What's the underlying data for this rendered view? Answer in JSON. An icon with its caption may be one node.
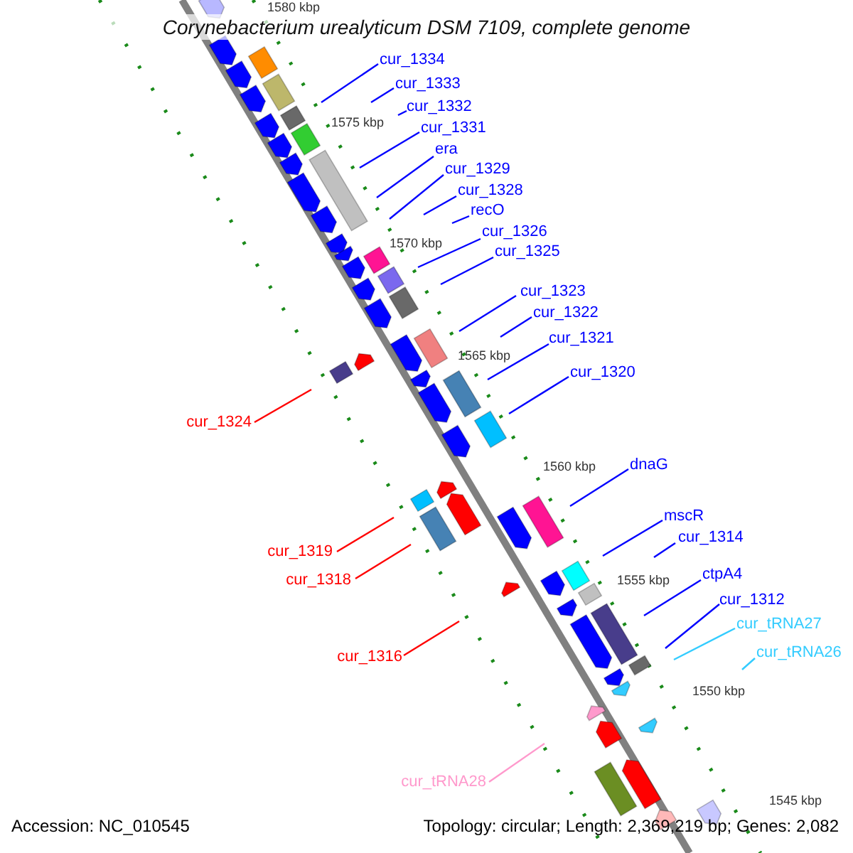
{
  "diagram": {
    "title": "Corynebacterium urealyticum DSM 7109, complete genome",
    "nodes": [
      {
        "text": [
          "cur_1334"
        ]
      },
      {
        "text": [
          "cur_1333"
        ]
      },
      {
        "text": [
          "cur_1332"
        ]
      },
      {
        "text": [
          "cur_1331"
        ]
      },
      {
        "text": [
          "era"
        ]
      },
      {
        "text": [
          "cur_1329"
        ]
      },
      {
        "text": [
          "cur_1328"
        ]
      },
      {
        "text": [
          "recO"
        ]
      },
      {
        "text": [
          "cur_1326"
        ]
      },
      {
        "text": [
          "cur_1325"
        ]
      },
      {
        "text": [
          "cur_1323"
        ]
      },
      {
        "text": [
          "cur_1322"
        ]
      },
      {
        "text": [
          "cur_1321"
        ]
      },
      {
        "text": [
          "cur_1324"
        ]
      },
      {
        "text": [
          "cur_1320"
        ]
      },
      {
        "text": [
          "dnaG"
        ]
      },
      {
        "text": [
          "mscR"
        ]
      },
      {
        "text": [
          "cur_1319"
        ]
      },
      {
        "text": [
          "cur_1314"
        ]
      },
      {
        "text": [
          "cur_1318"
        ]
      },
      {
        "text": [
          "ctpA4"
        ]
      },
      {
        "text": [
          "cur_1312"
        ]
      },
      {
        "text": [
          "cur_tRNA27"
        ]
      },
      {
        "text": [
          "cur_1316"
        ]
      },
      {
        "text": [
          "cur_tRNA26"
        ]
      },
      {
        "text": [
          "cur_tRNA28"
        ]
      }
    ],
    "edges": [
      {
        "from": 0,
        "to": null,
        "arrow": "none"
      },
      {
        "from": 1,
        "to": null,
        "arrow": "none"
      },
      {
        "from": 2,
        "to": null,
        "arrow": "none"
      },
      {
        "from": 3,
        "to": null,
        "arrow": "none"
      },
      {
        "from": 4,
        "to": null,
        "arrow": "none"
      },
      {
        "from": 5,
        "to": null,
        "arrow": "none"
      },
      {
        "from": 6,
        "to": null,
        "arrow": "none"
      },
      {
        "from": 7,
        "to": null,
        "arrow": "none"
      },
      {
        "from": 8,
        "to": null,
        "arrow": "none"
      },
      {
        "from": 9,
        "to": null,
        "arrow": "none"
      },
      {
        "from": 10,
        "to": null,
        "arrow": "none"
      },
      {
        "from": 11,
        "to": null,
        "arrow": "none"
      },
      {
        "from": 12,
        "to": null,
        "arrow": "none"
      },
      {
        "from": 13,
        "to": null,
        "arrow": "none",
        "color": "#ff0000"
      },
      {
        "from": 14,
        "to": null,
        "arrow": "none"
      },
      {
        "from": 15,
        "to": null,
        "arrow": "none"
      },
      {
        "from": 16,
        "to": null,
        "arrow": "none"
      },
      {
        "from": 17,
        "to": null,
        "arrow": "none",
        "color": "#ff0000"
      },
      {
        "from": 18,
        "to": null,
        "arrow": "none"
      },
      {
        "from": 19,
        "to": null,
        "arrow": "none",
        "color": "#ff0000"
      },
      {
        "from": 20,
        "to": null,
        "arrow": "none"
      },
      {
        "from": 21,
        "to": null,
        "arrow": "none"
      },
      {
        "from": 22,
        "to": null,
        "arrow": "none",
        "color": "#33ccff"
      },
      {
        "from": 23,
        "to": null,
        "arrow": "none",
        "color": "#ff0000"
      },
      {
        "from": 24,
        "to": null,
        "arrow": "none",
        "color": "#33ccff"
      },
      {
        "from": 25,
        "to": null,
        "arrow": "none",
        "color": "#ff99cc"
      }
    ],
    "labels": [
      "1580 kbp",
      "1575 kbp",
      "1570 kbp",
      "1565 kbp",
      "1560 kbp",
      "1555 kbp",
      "1550 kbp",
      "1545 kbp",
      "Accession: NC_010545",
      "Topology: circular; Length: 2,369,219 bp; Genes: 2,082"
    ]
  }
}
